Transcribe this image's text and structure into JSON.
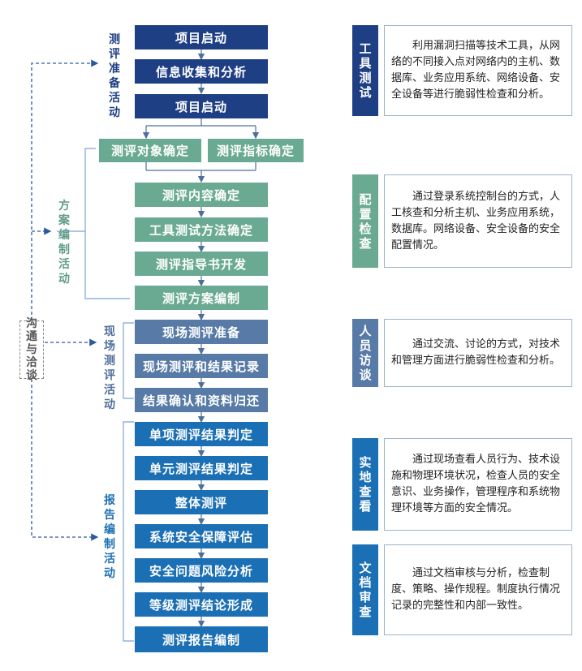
{
  "stages": {
    "prep": "测评准备活动",
    "plan": "方案编制活动",
    "field": "现场测评活动",
    "report": "报告编制活动",
    "comm": "沟通与洽谈"
  },
  "prep_steps": [
    "项目启动",
    "信息收集和分析",
    "项目启动"
  ],
  "plan_parallel": [
    "测评对象确定",
    "测评指标确定"
  ],
  "plan_steps": [
    "测评内容确定",
    "工具测试方法确定",
    "测评指导书开发",
    "测评方案编制"
  ],
  "field_steps": [
    "现场测评准备",
    "现场测评和结果记录",
    "结果确认和资料归还"
  ],
  "report_steps": [
    "单项测评结果判定",
    "单元测评结果判定",
    "整体测评",
    "系统安全保障评估",
    "安全问题风险分析",
    "等级测评结论形成",
    "测评报告编制"
  ],
  "methods": [
    {
      "name": "工具测试",
      "desc": "利用漏洞扫描等技术工具，从网络的不同接入点对网络内的主机、数据库、业务应用系统、网络设备、安全设备等进行脆弱性检查和分析。"
    },
    {
      "name": "配置检查",
      "desc": "通过登录系统控制台的方式，人工核查和分析主机、业务应用系统，数据库。网络设备、安全设备的安全配置情况。"
    },
    {
      "name": "人员访谈",
      "desc": "通过交流、讨论的方式，对技术和管理方面进行脆弱性检查和分析。"
    },
    {
      "name": "实地查看",
      "desc": "通过现场查看人员行为、技术设施和物理环境状况，检查人员的安全意识、业务操作，管理程序和系统物理环境等方面的安全情况。"
    },
    {
      "name": "文档审查",
      "desc": "通过文档审核与分析，检查制度、策略、操作规程。制度执行情况记录的完整性和内部一致性。"
    }
  ],
  "colors": {
    "navy": "#1f3f85",
    "teal": "#6aaa93",
    "slate": "#577aa6",
    "blue": "#1b6fb4"
  }
}
